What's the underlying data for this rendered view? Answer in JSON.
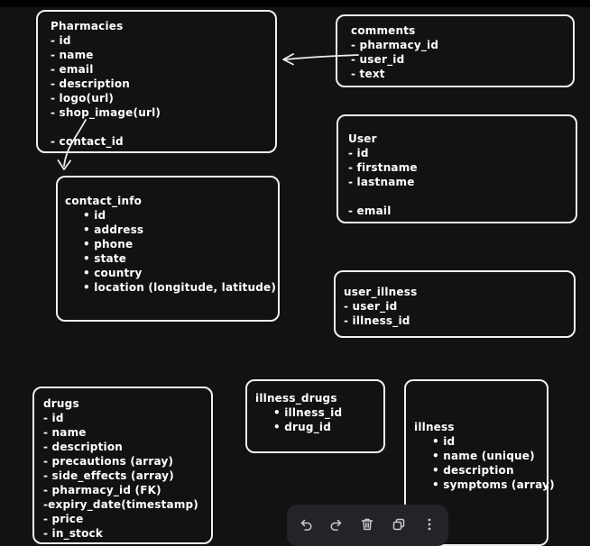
{
  "colors": {
    "canvas_bg": "#121212",
    "top_bar": "#000000",
    "shape_stroke": "#f0f0f0",
    "text": "#ffffff",
    "toolbar_bg": "#232329",
    "toolbar_icon": "#c9c9cf"
  },
  "entities": {
    "pharmacies": {
      "title": "Pharmacies",
      "fields": [
        "- id",
        "- name",
        "- email",
        "- description",
        "- logo(url)",
        "- shop_image(url)",
        "",
        "- contact_id"
      ]
    },
    "comments": {
      "title": "comments",
      "fields": [
        "- pharmacy_id",
        "- user_id",
        "- text"
      ]
    },
    "user": {
      "title": "User",
      "fields": [
        "- id",
        "- firstname",
        "- lastname",
        "",
        "- email"
      ]
    },
    "contact_info": {
      "title": "contact_info",
      "fields": [
        "• id",
        "• address",
        "• phone",
        "• state",
        "• country",
        "• location (longitude, latitude)"
      ]
    },
    "user_illness": {
      "title": "user_illness",
      "fields": [
        "- user_id",
        "- illness_id"
      ]
    },
    "drugs": {
      "title": "drugs",
      "fields": [
        "- id",
        "- name",
        "- description",
        "- precautions (array)",
        "- side_effects (array)",
        "- pharmacy_id (FK)",
        "-expiry_date(timestamp)",
        "- price",
        "- in_stock"
      ]
    },
    "illness_drugs": {
      "title": "illness_drugs",
      "fields": [
        "• illness_id",
        "• drug_id"
      ]
    },
    "illness": {
      "title": "illness",
      "fields": [
        "• id",
        "• name (unique)",
        "• description",
        "• symptoms (array)"
      ]
    }
  },
  "arrows": {
    "comments_to_pharmacies": "from comments left edge to Pharmacies right edge",
    "pharmacies_to_contact_info": "from Pharmacies contact_id down to contact_info top"
  },
  "toolbar": {
    "buttons": [
      "undo",
      "redo",
      "delete",
      "duplicate",
      "more-options"
    ]
  }
}
